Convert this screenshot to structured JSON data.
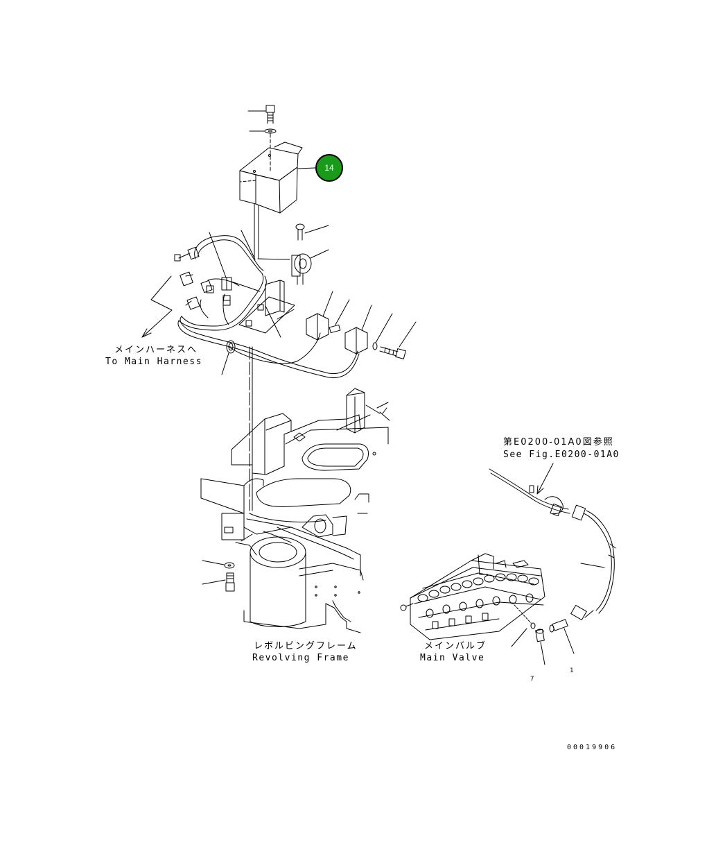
{
  "callout": {
    "number": "14",
    "color": "#1a9a1a"
  },
  "labels": {
    "main_harness_jp": "メインハーネスへ",
    "main_harness_en": "To Main Harness",
    "see_fig_jp": "第E0200-01A0図参照",
    "see_fig_en": "See Fig.E0200-01A0",
    "revolving_frame_jp": "レボルビングフレーム",
    "revolving_frame_en": "Revolving Frame",
    "main_valve_jp": "メインバルブ",
    "main_valve_en": "Main Valve"
  },
  "drawing_number": "00019906",
  "cut_off_fragments": [
    "7",
    "1"
  ]
}
